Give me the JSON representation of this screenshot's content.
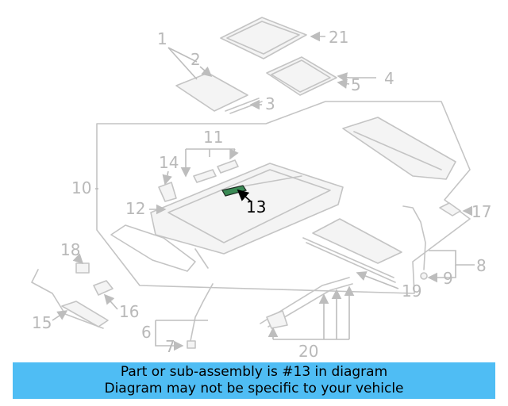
{
  "banner": {
    "line1": "Part or sub-assembly is #13 in diagram",
    "line2": "Diagram may not be specific to your vehicle"
  },
  "highlight_color": "#4fbdf4",
  "callouts": [
    {
      "id": "c1",
      "text": "1"
    },
    {
      "id": "c2",
      "text": "2"
    },
    {
      "id": "c3",
      "text": "3"
    },
    {
      "id": "c4",
      "text": "4"
    },
    {
      "id": "c5",
      "text": "5"
    },
    {
      "id": "c6",
      "text": "6"
    },
    {
      "id": "c7",
      "text": "7"
    },
    {
      "id": "c8",
      "text": "8"
    },
    {
      "id": "c9",
      "text": "9"
    },
    {
      "id": "c10",
      "text": "10"
    },
    {
      "id": "c11",
      "text": "11"
    },
    {
      "id": "c12",
      "text": "12"
    },
    {
      "id": "c13",
      "text": "13"
    },
    {
      "id": "c14",
      "text": "14"
    },
    {
      "id": "c15",
      "text": "15"
    },
    {
      "id": "c16",
      "text": "16"
    },
    {
      "id": "c17",
      "text": "17"
    },
    {
      "id": "c18",
      "text": "18"
    },
    {
      "id": "c19",
      "text": "19"
    },
    {
      "id": "c20",
      "text": "20"
    },
    {
      "id": "c21",
      "text": "21"
    }
  ]
}
